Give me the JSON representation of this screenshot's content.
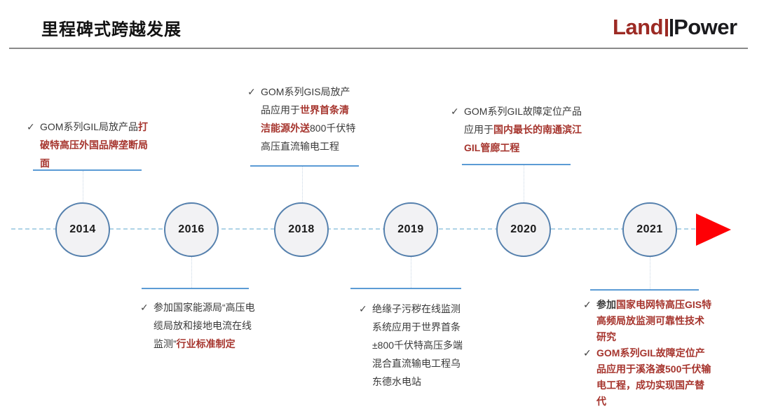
{
  "header": {
    "title": "里程碑式跨越发展",
    "logo": {
      "land": "Land",
      "power": "Power"
    }
  },
  "check_glyph": "✓",
  "colors": {
    "accent_red_text": "#a6352e",
    "logo_red": "#9c2a24",
    "timeline_bar_blue": "#5b9bd5",
    "circle_border_blue": "#5580ad",
    "circle_fill": "#f2f2f4",
    "dashed_line_blue": "#aed3e7",
    "arrow_red": "#fe0005",
    "body_text": "#3a3a3a"
  },
  "milestones": [
    {
      "year": "2014",
      "position": "above",
      "items": [
        {
          "pre": "GOM系列GIL局放产品",
          "highlight": "打破特高压外国品牌垄断局面",
          "post": ""
        }
      ]
    },
    {
      "year": "2016",
      "position": "below",
      "items": [
        {
          "pre": "参加国家能源局“高压电缆局放和接地电流在线监测”",
          "highlight": "行业标准制定",
          "post": ""
        }
      ]
    },
    {
      "year": "2018",
      "position": "above",
      "items": [
        {
          "pre": "GOM系列GIS局放产品应用于",
          "highlight": "世界首条清洁能源外送",
          "post": "800千伏特高压直流输电工程"
        }
      ]
    },
    {
      "year": "2019",
      "position": "below",
      "items": [
        {
          "pre": "绝缘子污秽在线监测系统应用于世界首条±800千伏特高压多端混合直流输电工程乌东德水电站",
          "highlight": "",
          "post": ""
        }
      ]
    },
    {
      "year": "2020",
      "position": "above",
      "items": [
        {
          "pre": "GOM系列GIL故障定位产品应用于",
          "highlight": "国内最长的南通滨江GIL管廊工程",
          "post": ""
        }
      ]
    },
    {
      "year": "2021",
      "position": "below",
      "items": [
        {
          "pre": "参加",
          "highlight": "国家电网特高压GIS特高频局放监测可靠性技术研究",
          "post": ""
        },
        {
          "pre": "",
          "highlight": "GOM系列GIL故障定位产品应用于溪洛渡500千伏输电工程，成功实现国产替代",
          "post": ""
        }
      ]
    }
  ]
}
